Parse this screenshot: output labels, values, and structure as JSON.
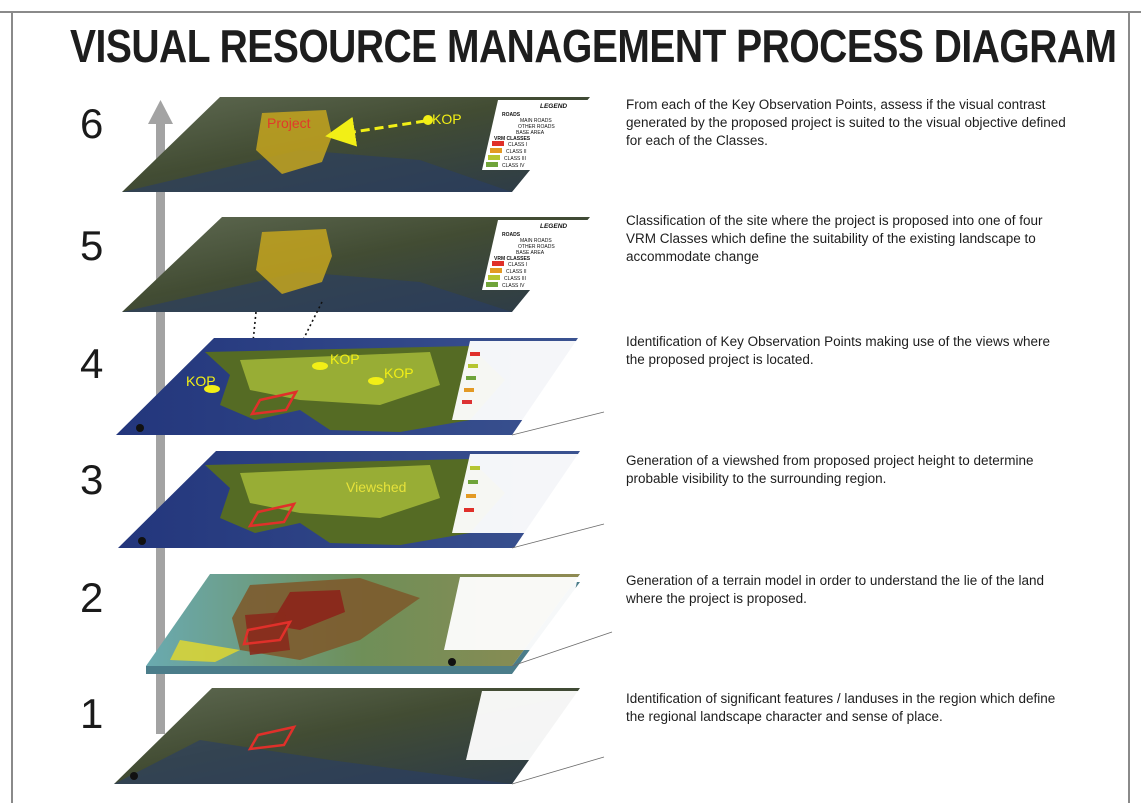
{
  "title": "VISUAL RESOURCE MANAGEMENT PROCESS DIAGRAM",
  "steps": [
    {
      "number": "6",
      "description": "From each of the Key Observation Points, assess if  the visual contrast generated by the proposed project is suited to the visual objective defined for each of the Classes.",
      "map_labels": {
        "project": "Project",
        "kop": "KOP"
      },
      "legend": {
        "heading": "LEGEND",
        "roads": "ROADS",
        "main_roads": "MAIN ROADS",
        "other_roads": "OTHER ROADS",
        "base_area": "BASE AREA",
        "classes": "VRM CLASSES",
        "class1": "CLASS I",
        "class2": "CLASS II",
        "class3": "CLASS III",
        "class4": "CLASS IV"
      }
    },
    {
      "number": "5",
      "description": "Classification of the site where the project is proposed into one of four VRM Classes which define the suitability of the existing landscape to accommodate change",
      "legend": {
        "heading": "LEGEND",
        "roads": "ROADS",
        "main_roads": "MAIN ROADS",
        "other_roads": "OTHER ROADS",
        "base_area": "BASE AREA",
        "classes": "VRM CLASSES",
        "class1": "CLASS I",
        "class2": "CLASS II",
        "class3": "CLASS III",
        "class4": "CLASS IV"
      }
    },
    {
      "number": "4",
      "description": "Identification of Key Observation Points making use of the views where the proposed project is located.",
      "map_labels": {
        "kop1": "KOP",
        "kop2": "KOP",
        "kop3": "KOP"
      }
    },
    {
      "number": "3",
      "description": "Generation of a viewshed from proposed project height to determine probable visibility to the surrounding region.",
      "map_labels": {
        "viewshed": "Viewshed"
      }
    },
    {
      "number": "2",
      "description": "Generation of a terrain model in order to understand the lie of the land where the project is proposed."
    },
    {
      "number": "1",
      "description": "Identification of significant features / landuses in the region which define the regional landscape character and sense of place."
    }
  ],
  "colors": {
    "kop_marker": "#f2ef16",
    "project_outline": "#e0302a",
    "arrow": "#a3a3a3",
    "sea": "#2c3f86",
    "land": "#3d4a2c",
    "viewshed": "#b5c531",
    "terrain_low": "#5b9ea8",
    "terrain_high": "#8a2a1c",
    "legend_bg": "#ffffff"
  }
}
